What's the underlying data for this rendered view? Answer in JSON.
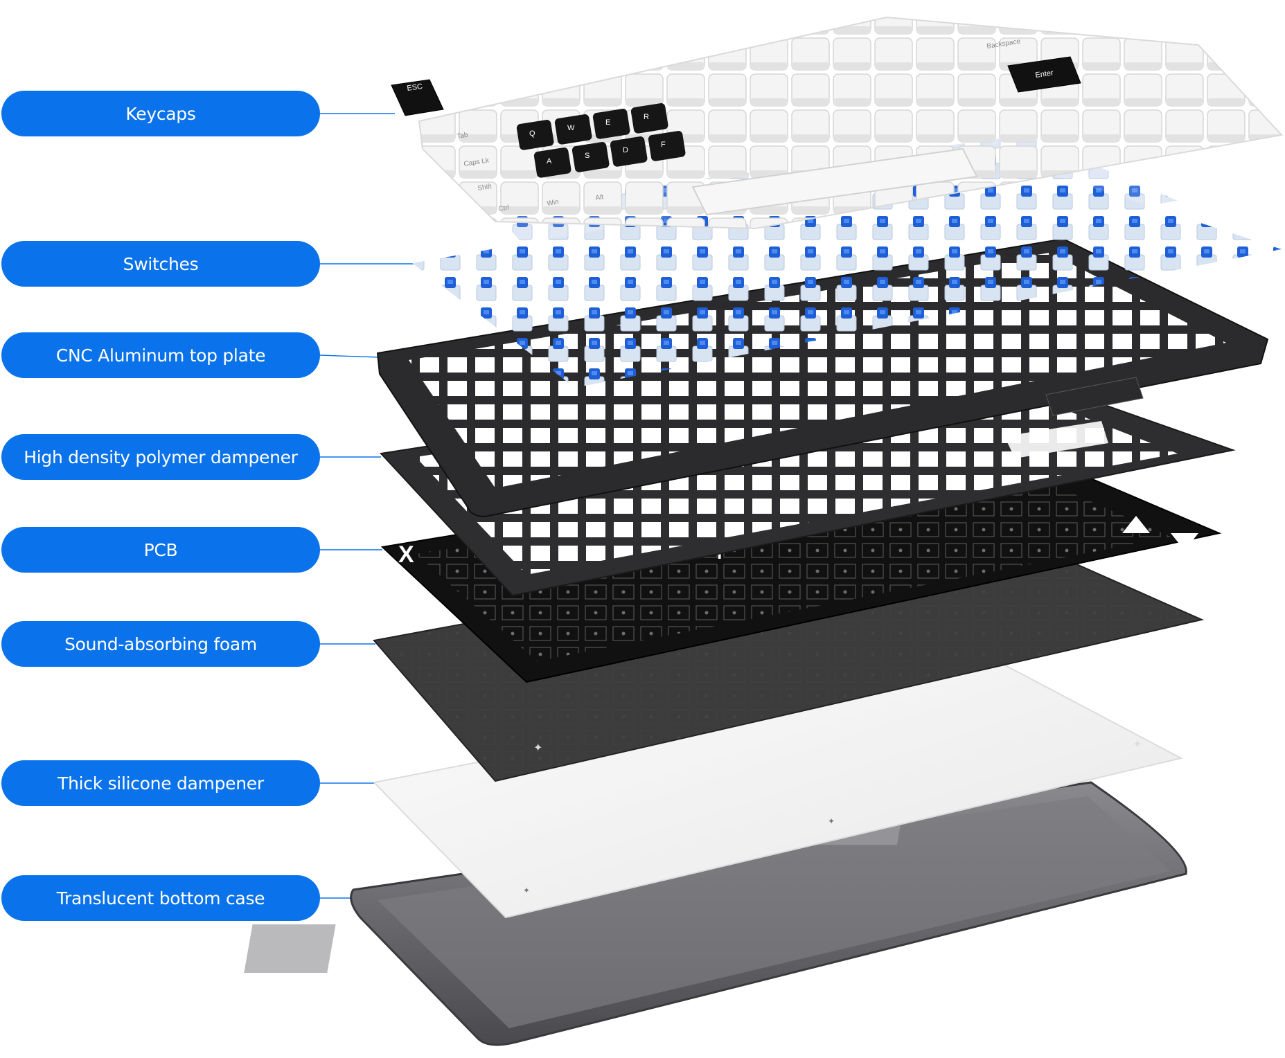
{
  "layers": [
    {
      "label": "Keycaps"
    },
    {
      "label": "Switches"
    },
    {
      "label": "CNC Aluminum  top plate"
    },
    {
      "label": "High density polymer dampener"
    },
    {
      "label": "PCB"
    },
    {
      "label": "Sound-absorbing foam"
    },
    {
      "label": "Thick silicone dampener"
    },
    {
      "label": "Translucent bottom case"
    }
  ],
  "keycap_legends": {
    "esc": "ESC",
    "enter": "Enter",
    "backspace": "Backspace",
    "tab": "Tab",
    "caps": "Caps Lk",
    "shift": "Shift",
    "ctrl": "Ctrl",
    "win": "Win",
    "alt": "Alt",
    "q": "Q",
    "w": "W",
    "e": "E",
    "r": "R",
    "a": "A",
    "s": "S",
    "d": "D",
    "f": "F"
  },
  "colors": {
    "accent": "#0a72ea",
    "switch_blue": "#1f5fd6",
    "plate": "#2d2d2f",
    "pcb": "#111111",
    "foam": "#3a3a3a",
    "silicone": "#f2f2f2",
    "case": "#5c5c60"
  },
  "icons": {
    "pcb_mark_x": "X",
    "pcb_mark_y": "Y"
  }
}
